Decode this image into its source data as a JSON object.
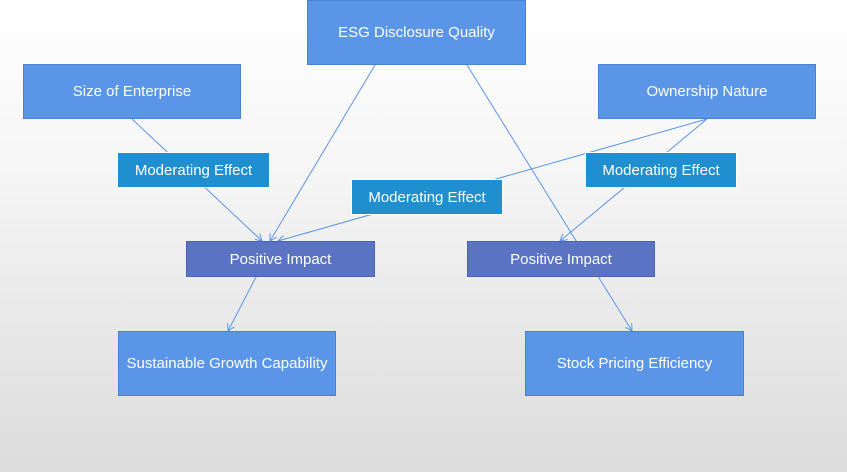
{
  "nodes": {
    "esg": {
      "label": "ESG Disclosure Quality"
    },
    "size": {
      "label": "Size of Enterprise"
    },
    "ownership": {
      "label": "Ownership Nature"
    },
    "moderating_left": {
      "label": "Moderating Effect"
    },
    "moderating_center": {
      "label": "Moderating Effect"
    },
    "moderating_right": {
      "label": "Moderating Effect"
    },
    "impact_left": {
      "label": "Positive Impact"
    },
    "impact_right": {
      "label": "Positive Impact"
    },
    "growth": {
      "label": "Sustainable Growth Capability"
    },
    "pricing": {
      "label": "Stock Pricing Efficiency"
    }
  },
  "colors": {
    "main_box": "#5b95e7",
    "moderator_box": "#1f8fcf",
    "impact_box": "#5a73c3",
    "connector": "#5b95e7"
  }
}
